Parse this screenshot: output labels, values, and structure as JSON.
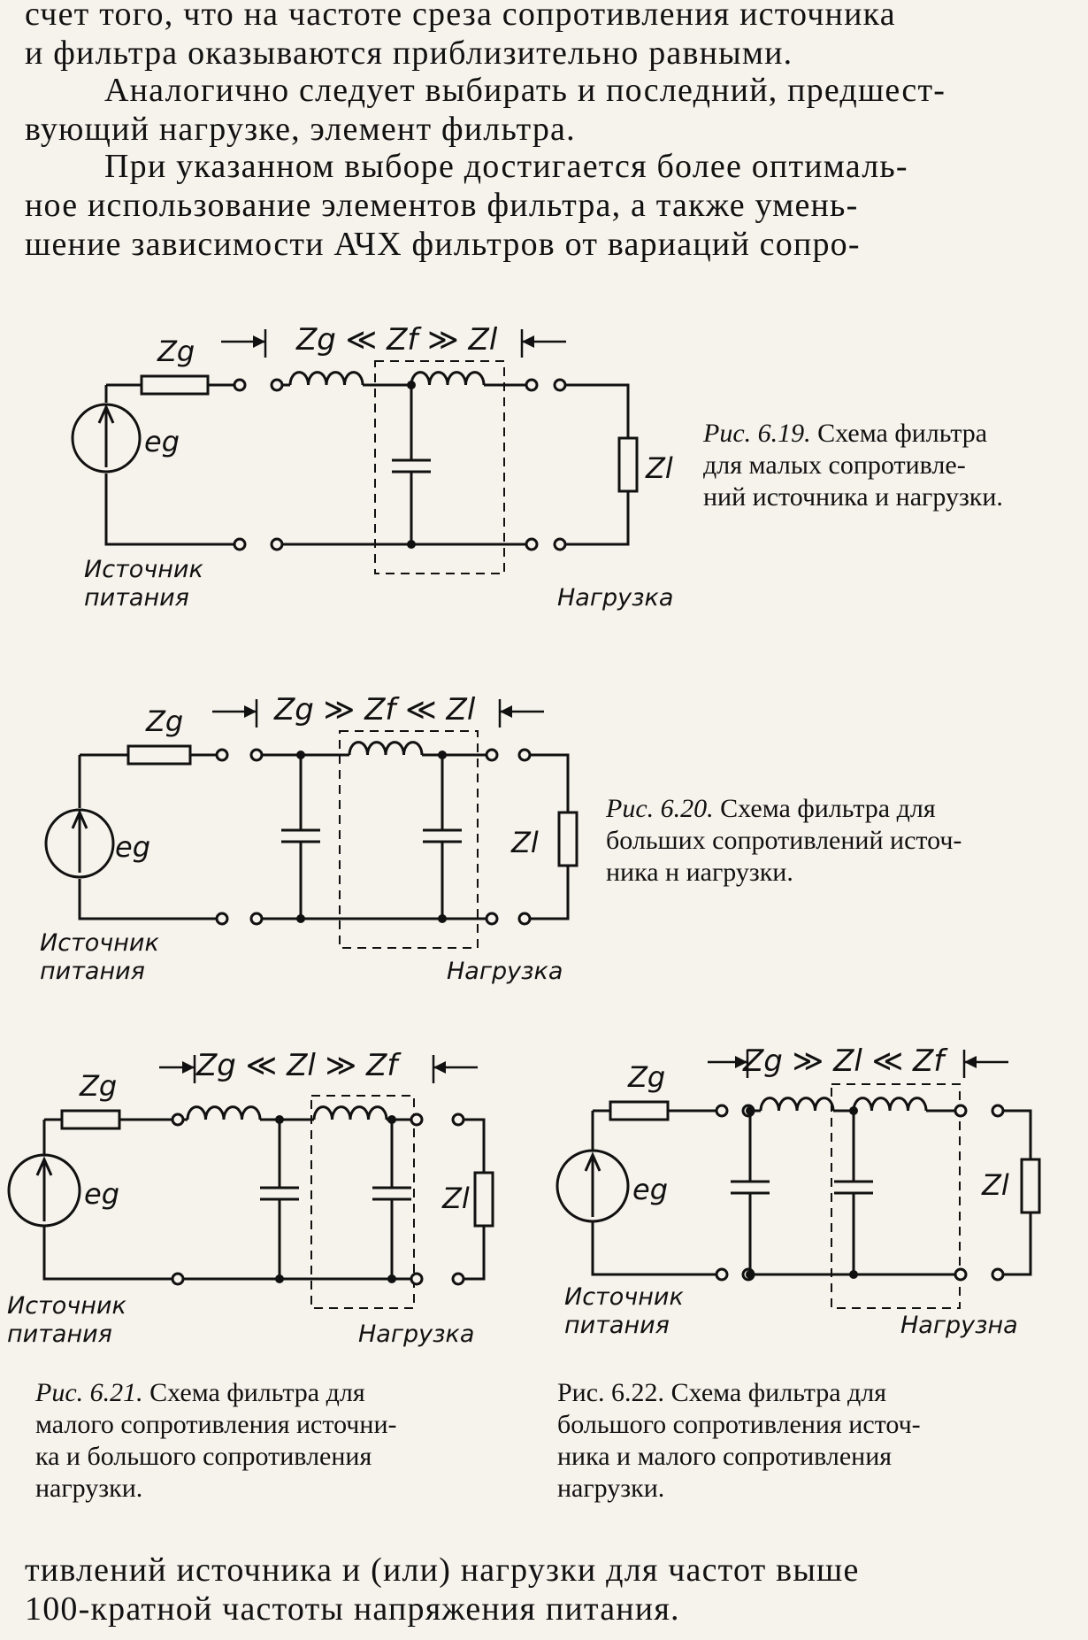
{
  "text_top": {
    "p1": [
      "счет того, что на частоте среза сопротивления источника",
      "и фильтра оказываются приблизительно равными."
    ],
    "p2": [
      "Аналогично следует выбирать и последний, предшест-",
      "вующий нагрузке, элемент фильтра."
    ],
    "p3": [
      "При указанном выборе достигается более оптималь-",
      "ное использование элементов фильтра, а также умень-",
      "шение зависимости АЧХ фильтров от вариаций сопро-"
    ]
  },
  "figures": {
    "fig619": {
      "formula": "Zg ≪ Zf ≫ Zl",
      "zg": "Zg",
      "eg": "eg",
      "zl": "Zl",
      "source_label": [
        "Источник",
        "питания"
      ],
      "load_label": "Нагрузка",
      "caption_num": "Рис. 6.19.",
      "caption_lines": [
        " Схема фильтра",
        "для малых сопротивле-",
        "ний источника и нагрузки."
      ]
    },
    "fig620": {
      "formula": "Zg ≫ Zf ≪ Zl",
      "zg": "Zg",
      "eg": "eg",
      "zl": "Zl",
      "source_label": [
        "Источник",
        "питания"
      ],
      "load_label": "Нагрузка",
      "caption_num": "Рис. 6.20.",
      "caption_lines": [
        " Схема фильтра для",
        "больших сопротивлений источ-",
        "ника н иагрузки."
      ]
    },
    "fig621": {
      "formula": "Zg ≪ Zl ≫ Zf",
      "zg": "Zg",
      "eg": "eg",
      "zl": "Zl",
      "source_label": [
        "Источник",
        "питания"
      ],
      "load_label": "Нагрузка",
      "caption_num": "Рис. 6.21.",
      "caption_lines": [
        " Схема фильтра для",
        "малого сопротивления источни-",
        "ка и большого сопротивления",
        "нагрузки."
      ]
    },
    "fig622": {
      "formula": "Zg ≫ Zl ≪ Zf",
      "zg": "Zg",
      "eg": "eg",
      "zl": "Zl",
      "source_label": [
        "Источник",
        "питания"
      ],
      "load_label": "Нагрузна",
      "caption_num": "Рис. 6.22.",
      "caption_lines": [
        " Схема фильтра для",
        "большого сопротивления источ-",
        "ника и малого сопротивления",
        "нагрузки."
      ]
    }
  },
  "text_bottom": {
    "p4": [
      "тивлений источника и (или) нагрузки для частот выше",
      "100-кратной частоты напряжения питания."
    ]
  }
}
